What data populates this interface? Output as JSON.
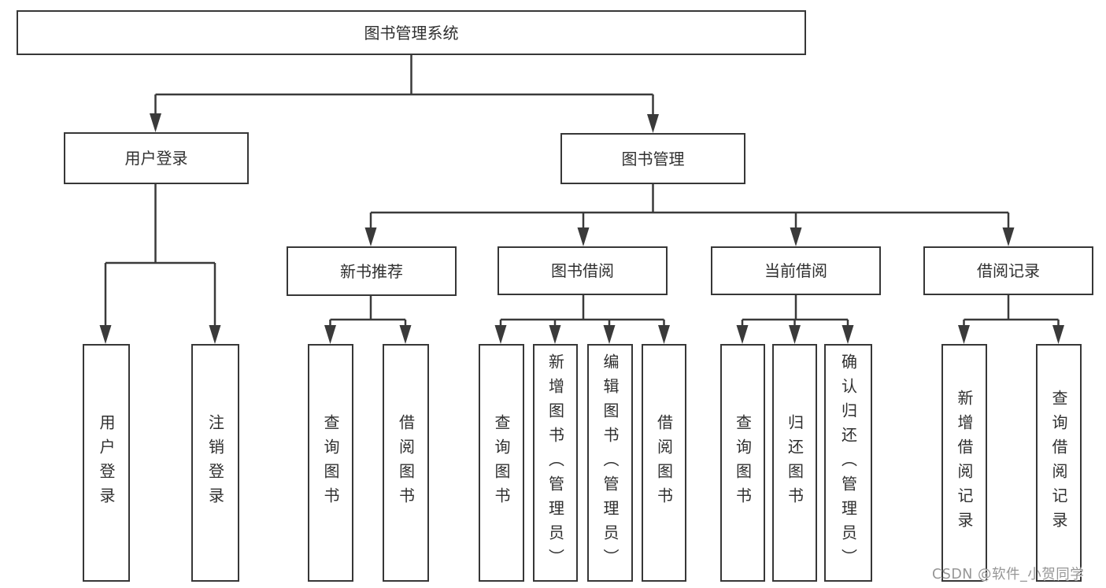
{
  "diagram": {
    "colors": {
      "line": "#3a3a3a",
      "border": "#373737",
      "text": "#2f2f2f",
      "background": "#ffffff",
      "watermark": "#969696"
    },
    "nodes": {
      "root": {
        "label": "图书管理系统"
      },
      "user_login": {
        "label": "用户登录"
      },
      "book_mgmt": {
        "label": "图书管理"
      },
      "new_book_rec": {
        "label": "新书推荐"
      },
      "book_borrow": {
        "label": "图书借阅"
      },
      "current_borrow": {
        "label": "当前借阅"
      },
      "borrow_records": {
        "label": "借阅记录"
      },
      "leaf_user_login": {
        "label": "用户登录"
      },
      "leaf_logout": {
        "label": "注销登录"
      },
      "leaf_query_book_1": {
        "label": "查询图书"
      },
      "leaf_borrow_book_1": {
        "label": "借阅图书"
      },
      "leaf_query_book_2": {
        "label": "查询图书"
      },
      "leaf_add_book": {
        "label": "新增图书（管理员）"
      },
      "leaf_edit_book": {
        "label": "编辑图书（管理员）"
      },
      "leaf_borrow_book_2": {
        "label": "借阅图书"
      },
      "leaf_query_book_3": {
        "label": "查询图书"
      },
      "leaf_return_book": {
        "label": "归还图书"
      },
      "leaf_confirm_return": {
        "label": "确认归还（管理员）"
      },
      "leaf_add_record": {
        "label": "新增借阅记录"
      },
      "leaf_query_record": {
        "label": "查询借阅记录"
      }
    },
    "hierarchy": {
      "root": [
        "user_login",
        "book_mgmt"
      ],
      "user_login": [
        "leaf_user_login",
        "leaf_logout"
      ],
      "book_mgmt": [
        "new_book_rec",
        "book_borrow",
        "current_borrow",
        "borrow_records"
      ],
      "new_book_rec": [
        "leaf_query_book_1",
        "leaf_borrow_book_1"
      ],
      "book_borrow": [
        "leaf_query_book_2",
        "leaf_add_book",
        "leaf_edit_book",
        "leaf_borrow_book_2"
      ],
      "current_borrow": [
        "leaf_query_book_3",
        "leaf_return_book",
        "leaf_confirm_return"
      ],
      "borrow_records": [
        "leaf_add_record",
        "leaf_query_record"
      ]
    },
    "watermark": {
      "text": "CSDN @软件_小贺同学"
    }
  }
}
